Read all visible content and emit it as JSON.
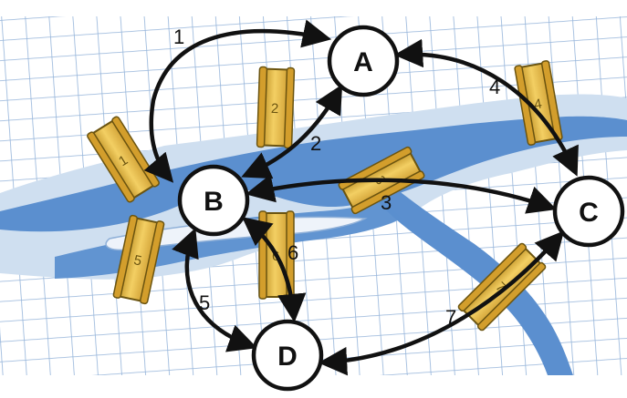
{
  "diagram": {
    "nodes": [
      {
        "id": "A",
        "label": "A"
      },
      {
        "id": "B",
        "label": "B"
      },
      {
        "id": "C",
        "label": "C"
      },
      {
        "id": "D",
        "label": "D"
      }
    ],
    "edges": [
      {
        "id": "1",
        "label": "1",
        "from": "A",
        "to": "B"
      },
      {
        "id": "2",
        "label": "2",
        "from": "A",
        "to": "B"
      },
      {
        "id": "3",
        "label": "3",
        "from": "B",
        "to": "C"
      },
      {
        "id": "4",
        "label": "4",
        "from": "A",
        "to": "C"
      },
      {
        "id": "5",
        "label": "5",
        "from": "B",
        "to": "D"
      },
      {
        "id": "6",
        "label": "6",
        "from": "B",
        "to": "D"
      },
      {
        "id": "7",
        "label": "7",
        "from": "C",
        "to": "D"
      }
    ],
    "bridges": [
      {
        "label": "1"
      },
      {
        "label": "2"
      },
      {
        "label": "3"
      },
      {
        "label": "4"
      },
      {
        "label": "5"
      },
      {
        "label": "6"
      },
      {
        "label": "7"
      }
    ]
  },
  "colors": {
    "water": "#5b8fcf",
    "bank": "#c9d9ec",
    "grid": "#8fb0d8",
    "bridge": "#e6b53c",
    "arrow": "#111111"
  }
}
